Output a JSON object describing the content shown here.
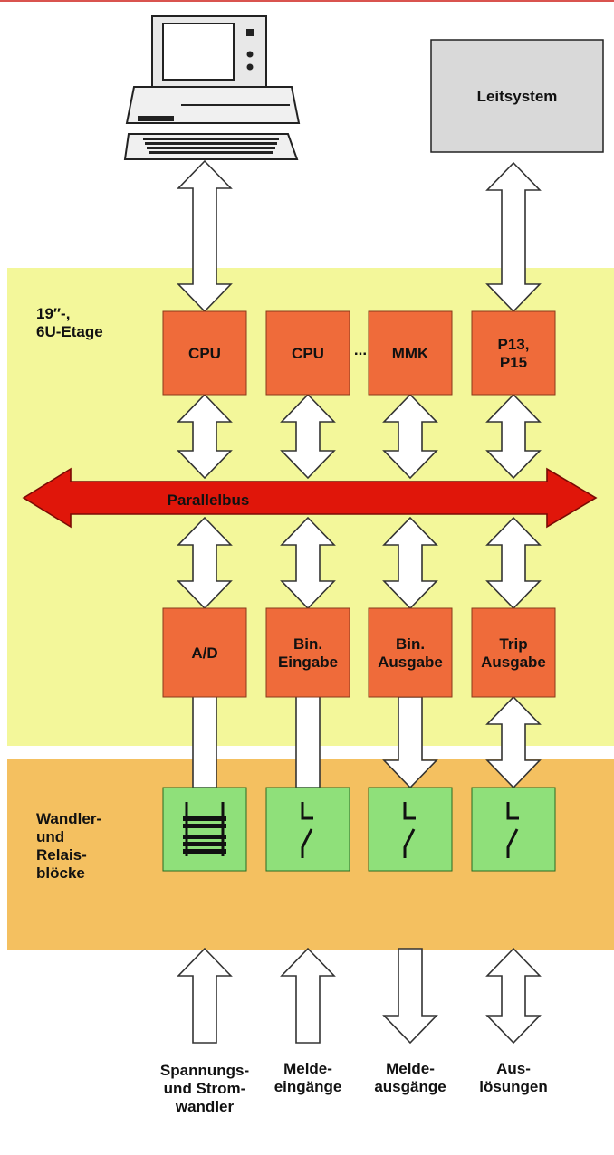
{
  "regions": {
    "rack": {
      "label_lines": [
        "19″-,",
        "6U-Etage"
      ],
      "color": "#f3f79a"
    },
    "relay": {
      "label_lines": [
        "Wandler-",
        "und",
        "Relais-",
        "blöcke"
      ],
      "color": "#f4c060"
    }
  },
  "leitsystem": {
    "label": "Leitsystem",
    "color": "#d9d9d9"
  },
  "bus": {
    "label": "Parallelbus",
    "color": "#e0160a"
  },
  "top_modules": [
    {
      "id": "cpu1",
      "lines": [
        "CPU"
      ]
    },
    {
      "id": "cpu2",
      "lines": [
        "CPU"
      ]
    },
    {
      "id": "mmk",
      "lines": [
        "MMK"
      ]
    },
    {
      "id": "p13",
      "lines": [
        "P13,",
        "P15"
      ]
    }
  ],
  "ellipsis": "...",
  "io_modules": [
    {
      "id": "ad",
      "lines": [
        "A/D"
      ]
    },
    {
      "id": "bin-in",
      "lines": [
        "Bin.",
        "Eingabe"
      ]
    },
    {
      "id": "bin-out",
      "lines": [
        "Bin.",
        "Ausgabe"
      ]
    },
    {
      "id": "trip",
      "lines": [
        "Trip",
        "Ausgabe"
      ]
    }
  ],
  "module_color": "#ef6b3a",
  "relay_color": "#8fe07a",
  "bottom_labels": [
    {
      "id": "spannung",
      "lines": [
        "Spannungs-",
        "und Strom-",
        "wandler"
      ]
    },
    {
      "id": "melde-ein",
      "lines": [
        "Melde-",
        "eingänge"
      ]
    },
    {
      "id": "melde-aus",
      "lines": [
        "Melde-",
        "ausgänge"
      ]
    },
    {
      "id": "ausloes",
      "lines": [
        "Aus-",
        "lösungen"
      ]
    }
  ],
  "icons": [
    "computer-icon",
    "transformer-icon",
    "switch-contact-icon"
  ]
}
